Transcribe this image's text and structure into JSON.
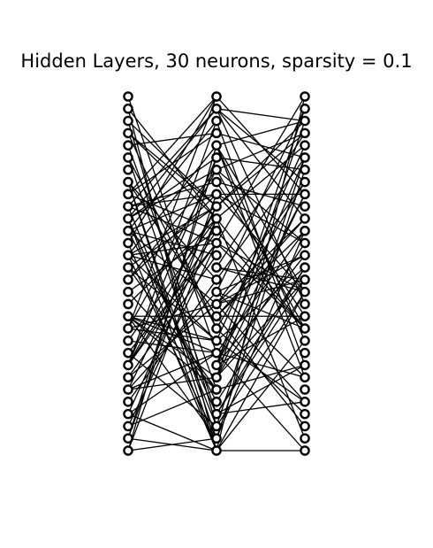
{
  "figure": {
    "title": "Hidden Layers, 30 neurons, sparsity = 0.1"
  },
  "network": {
    "layers": [
      30,
      30,
      30
    ],
    "sparsity": 0.1,
    "colors": {
      "edge": "#000000",
      "node_stroke": "#000000",
      "node_fill": "#ffffff",
      "background": "#ffffff"
    }
  }
}
